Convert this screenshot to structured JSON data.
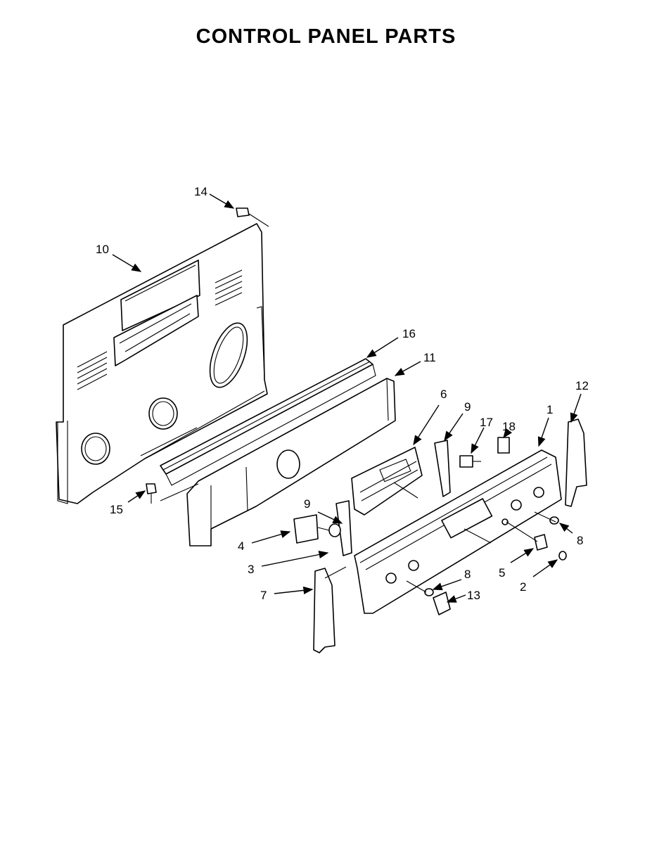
{
  "title": "CONTROL PANEL PARTS",
  "callouts": [
    {
      "id": "c1",
      "label": "1"
    },
    {
      "id": "c2",
      "label": "2"
    },
    {
      "id": "c3",
      "label": "3"
    },
    {
      "id": "c4",
      "label": "4"
    },
    {
      "id": "c5",
      "label": "5"
    },
    {
      "id": "c6",
      "label": "6"
    },
    {
      "id": "c7",
      "label": "7"
    },
    {
      "id": "c8a",
      "label": "8"
    },
    {
      "id": "c8b",
      "label": "8"
    },
    {
      "id": "c9a",
      "label": "9"
    },
    {
      "id": "c9b",
      "label": "9"
    },
    {
      "id": "c10",
      "label": "10"
    },
    {
      "id": "c11",
      "label": "11"
    },
    {
      "id": "c12",
      "label": "12"
    },
    {
      "id": "c13",
      "label": "13"
    },
    {
      "id": "c14",
      "label": "14"
    },
    {
      "id": "c15",
      "label": "15"
    },
    {
      "id": "c16",
      "label": "16"
    },
    {
      "id": "c17",
      "label": "17"
    },
    {
      "id": "c18",
      "label": "18"
    }
  ]
}
